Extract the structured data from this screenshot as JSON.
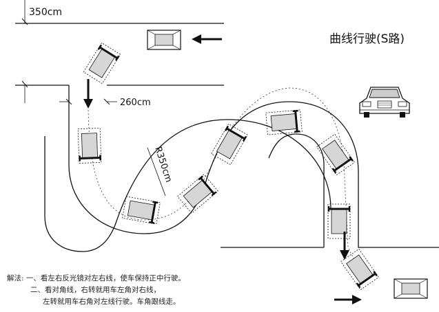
{
  "title": "曲线行驶(S路)",
  "dimensions": {
    "top_width": "350cm",
    "entry_width": "260cm",
    "radius": "R350cm"
  },
  "method": {
    "prefix": "解法:",
    "line1": "一、看左右反光镜对左右线，使车保持正中行驶。",
    "line2": "二、看对角线，右转就用车左角对右线，",
    "line3": "左转就用车右角对左线行驶。车角跟线走。"
  },
  "icons": [
    "car-front-icon",
    "car-top-view-icon",
    "direction-arrow-icon"
  ]
}
